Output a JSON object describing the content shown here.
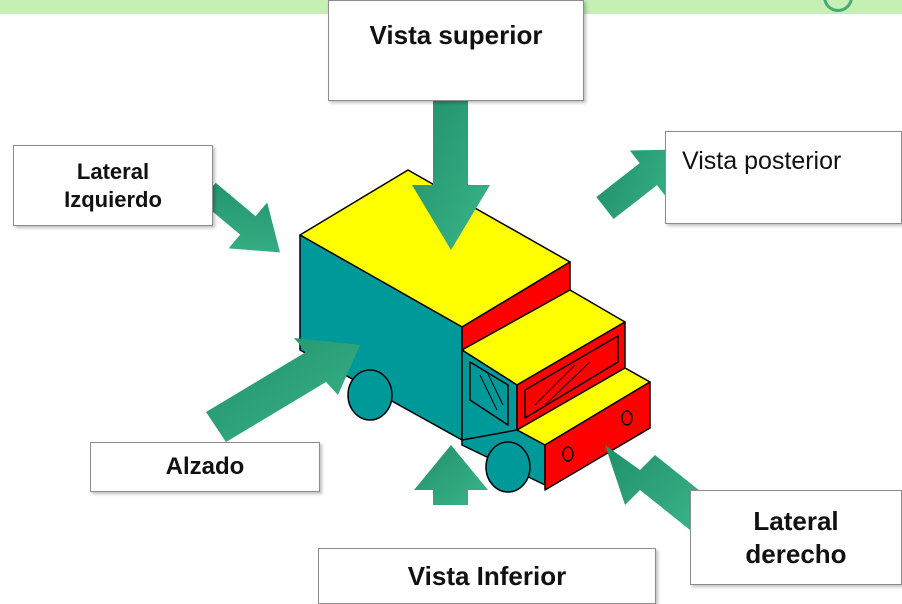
{
  "colors": {
    "box_top": "#ffff00",
    "box_side": "#009999",
    "cab_front": "#ff0000",
    "arrow": "#2e9e78",
    "header_band": "#c6efb5"
  },
  "labels": {
    "top": "Vista superior",
    "back": "Vista posterior",
    "left_line1": "Lateral",
    "left_line2": "Izquierdo",
    "front": "Alzado",
    "bottom": "Vista Inferior",
    "right_line1": "Lateral",
    "right_line2": "derecho"
  }
}
